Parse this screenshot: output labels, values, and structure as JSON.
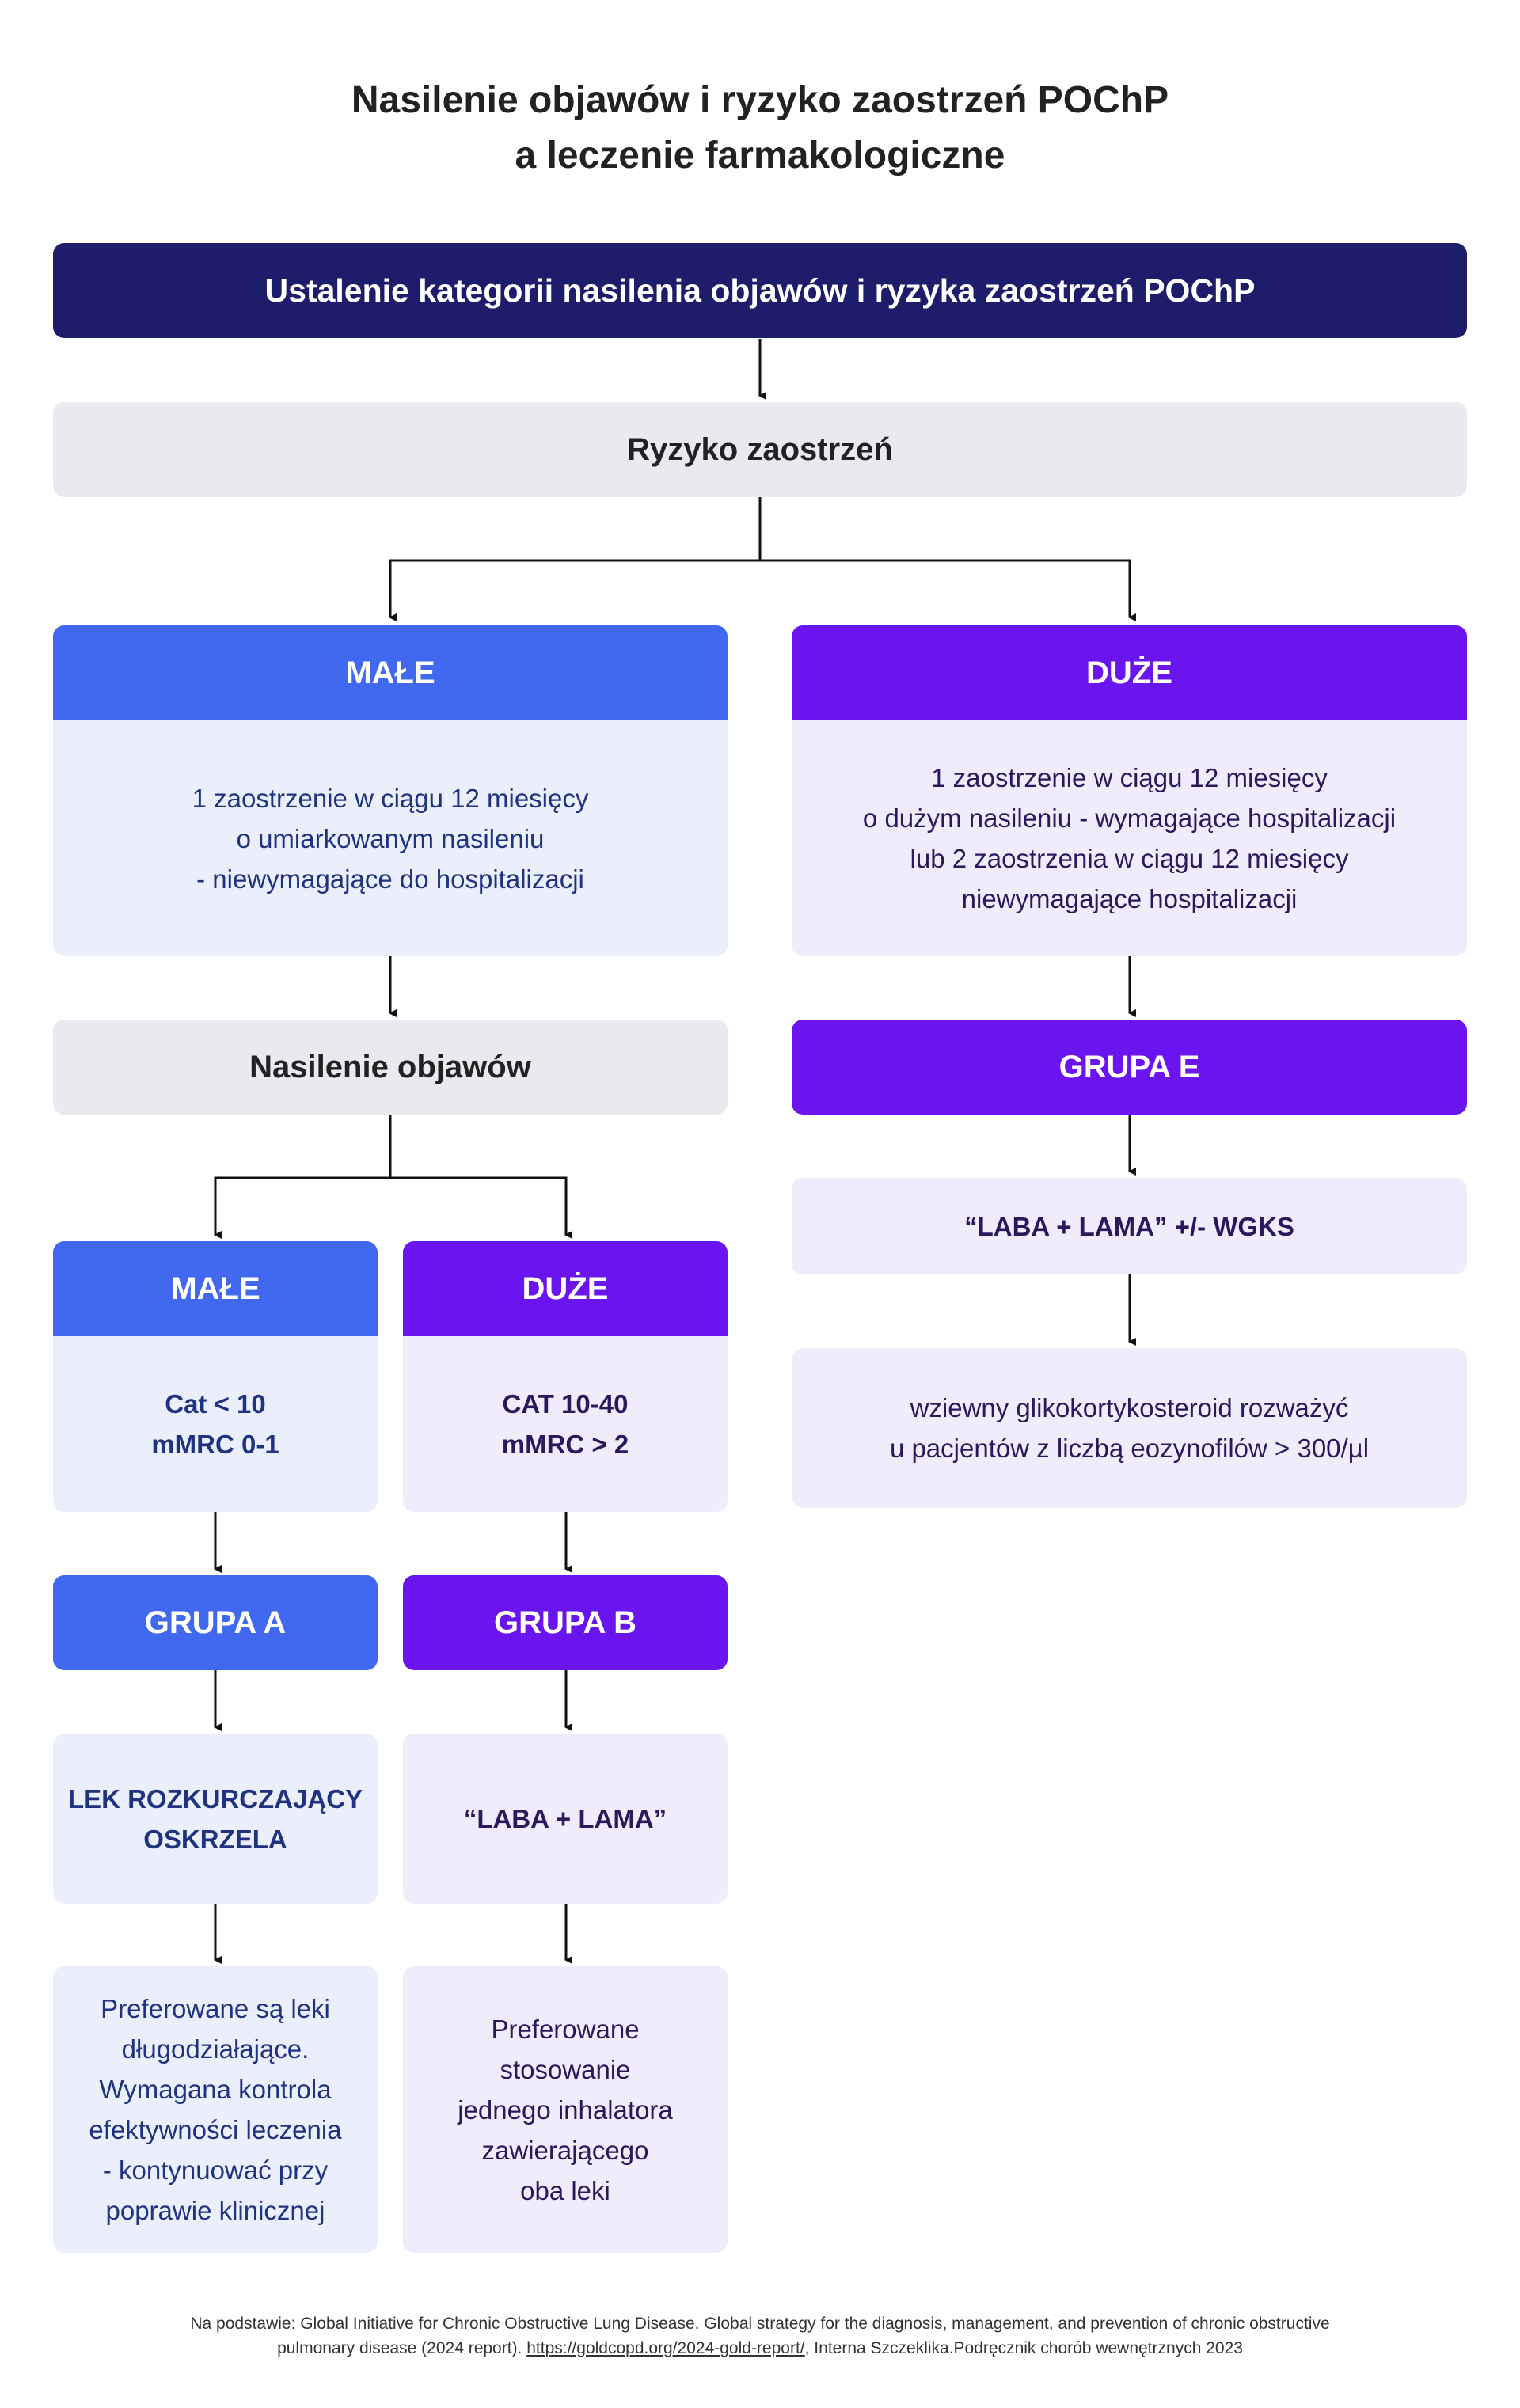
{
  "title": {
    "line1": "Nasilenie objawów i ryzyko zaostrzeń POChP",
    "line2": "a leczenie farmakologiczne"
  },
  "top": "Ustalenie kategorii nasilenia objawów i ryzyka zaostrzeń POChP",
  "risk": "Ryzyko zaostrzeń",
  "risk_low": {
    "head": "MAŁE",
    "body": "1 zaostrzenie w ciągu 12 miesięcy\no umiarkowanym nasileniu\n- niewymagające do hospitalizacji"
  },
  "risk_high": {
    "head": "DUŻE",
    "body": "1 zaostrzenie w ciągu 12 miesięcy\no dużym nasileniu - wymagające hospitalizacji\nlub 2 zaostrzenia w ciągu 12 miesięcy\nniewymagające hospitalizacji"
  },
  "symptoms": "Nasilenie objawów",
  "sym_low": {
    "head": "MAŁE",
    "body": "Cat < 10\nmMRC 0-1"
  },
  "sym_high": {
    "head": "DUŻE",
    "body": "CAT 10-40\nmMRC > 2"
  },
  "group_a": {
    "label": "GRUPA A",
    "treatment": "LEK ROZKURCZAJĄCY\nOSKRZELA",
    "note": "Preferowane są leki\ndługodziałające.\nWymagana kontrola\nefektywności leczenia\n- kontynuować przy\npoprawie klinicznej"
  },
  "group_b": {
    "label": "GRUPA B",
    "treatment": "“LABA + LAMA”",
    "note": "Preferowane\nstosowanie\njednego inhalatora\nzawierającego\noba leki"
  },
  "group_e": {
    "label": "GRUPA E",
    "treatment": "“LABA + LAMA” +/- WGKS",
    "note": "wziewny glikokortykosteroid rozważyć\nu pacjentów z liczbą eozynofilów > 300/µl"
  },
  "footer": {
    "line1": "Na podstawie: Global Initiative for Chronic Obstructive Lung Disease. Global strategy for the diagnosis, management, and prevention of chronic obstructive",
    "line2_pre": "pulmonary disease (2024 report). ",
    "link": "https://goldcopd.org/2024-gold-report/",
    "line2_post": ", Interna Szczeklika.Podręcznik chorób wewnętrznych 2023"
  },
  "colors": {
    "navy": "#1d1d6b",
    "blue": "#4169f0",
    "violet": "#6a14f0",
    "grey": "#e9e9ef",
    "blue_tint": "#ebeffc",
    "violet_tint": "#f0ecfc"
  }
}
